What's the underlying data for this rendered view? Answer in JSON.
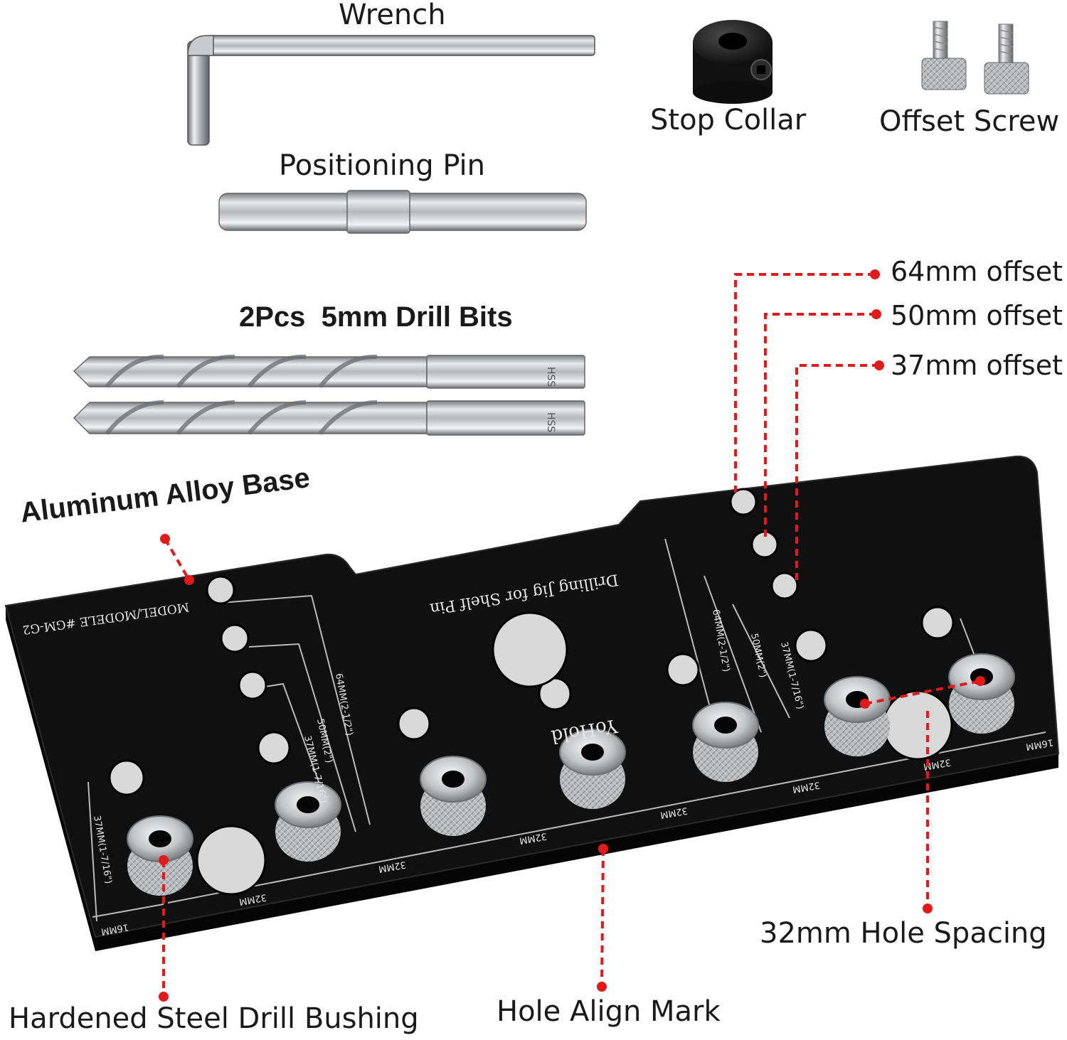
{
  "labels": {
    "wrench": "Wrench",
    "positioning_pin": "Positioning Pin",
    "stop_collar": "Stop Collar",
    "offset_screw": "Offset Screw",
    "drill_bits": "2Pcs  5mm Drill Bits",
    "offset_64": "64mm offset",
    "offset_50": "50mm offset",
    "offset_37": "37mm offset",
    "aluminum_base": "Aluminum Alloy Base",
    "hole_spacing": "32mm Hole Spacing",
    "drill_bushing": "Hardened Steel Drill Bushing",
    "hole_align": "Hole Align Mark"
  },
  "plate_text": {
    "model": "MODEL/MODELE #GM-G2",
    "title": "Drilling Jig for Shelf Pin",
    "brand": "YoHold",
    "dim_32": "32MM",
    "dim_16": "16MM",
    "dim_64": "64MM(2-1/2\")",
    "dim_50": "50MM(2\")",
    "dim_37": "37MM(1-7/16\")"
  },
  "drill_marking": "HSS",
  "colors": {
    "plate": "#101010",
    "callout_red": "#e21a1a",
    "steel": "#b9bcc0"
  }
}
